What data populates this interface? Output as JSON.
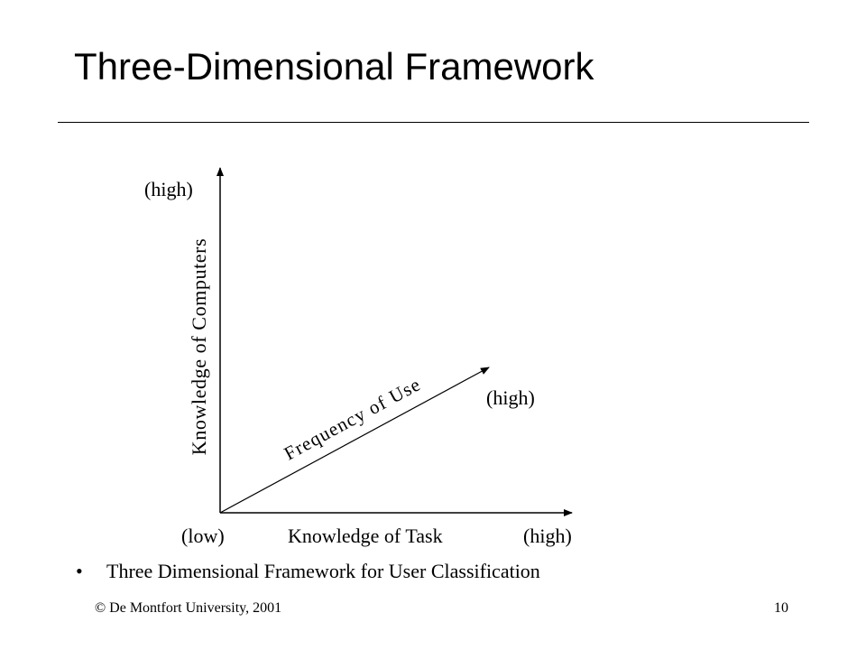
{
  "slide": {
    "title": "Three-Dimensional Framework"
  },
  "diagram": {
    "y_axis_label": "Knowledge of Computers",
    "y_axis_high": "(high)",
    "x_axis_label": "Knowledge of Task",
    "x_axis_low": "(low)",
    "x_axis_high": "(high)",
    "diag_axis_label": "Frequency of Use",
    "diag_axis_high": "(high)"
  },
  "bullets": [
    {
      "marker": "•",
      "text": "Three Dimensional Framework for User Classification"
    }
  ],
  "footer": {
    "copyright": "© De Montfort University, 2001",
    "page_number": "10"
  }
}
